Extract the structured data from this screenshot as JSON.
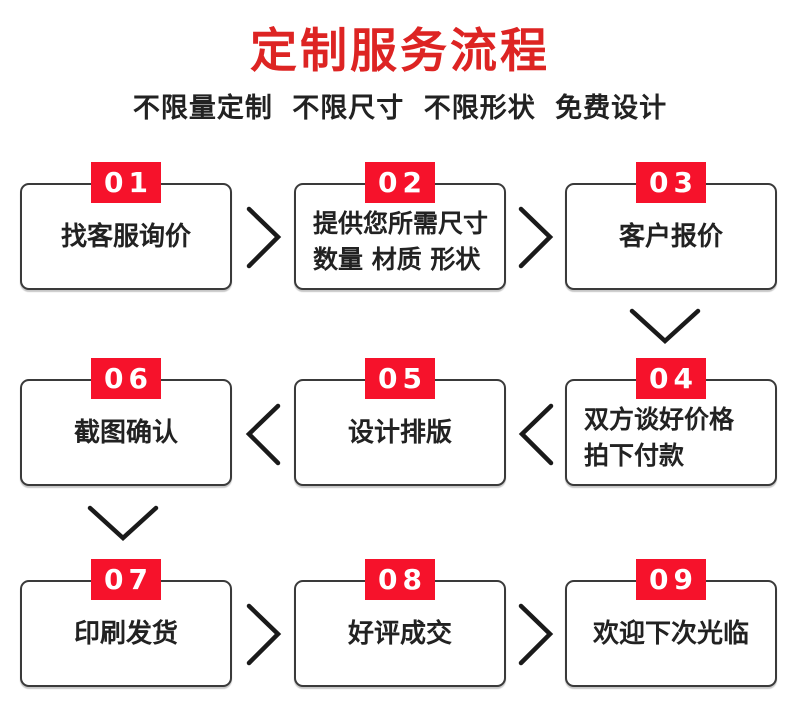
{
  "page": {
    "background": "#ffffff"
  },
  "colors": {
    "title_red": "#dd2423",
    "badge_red": "#f6122b",
    "box_border": "#3a3a3a",
    "text_dark": "#222222",
    "arrow_dark": "#1a1a1a"
  },
  "header": {
    "title": "定制服务流程",
    "subtitle": "不限量定制 不限尺寸 不限形状 免费设计"
  },
  "steps": [
    {
      "num": "01",
      "lines": [
        "找客服询价"
      ]
    },
    {
      "num": "02",
      "lines": [
        "提供您所需尺寸",
        "数量 材质 形状"
      ]
    },
    {
      "num": "03",
      "lines": [
        "客户报价"
      ]
    },
    {
      "num": "04",
      "lines": [
        "双方谈好价格",
        "拍下付款"
      ]
    },
    {
      "num": "05",
      "lines": [
        "设计排版"
      ]
    },
    {
      "num": "06",
      "lines": [
        "截图确认"
      ]
    },
    {
      "num": "07",
      "lines": [
        "印刷发货"
      ]
    },
    {
      "num": "08",
      "lines": [
        "好评成交"
      ]
    },
    {
      "num": "09",
      "lines": [
        "欢迎下次光临"
      ]
    }
  ],
  "flow": {
    "row1_direction": "left-to-right",
    "row2_direction": "right-to-left",
    "row3_direction": "left-to-right"
  }
}
